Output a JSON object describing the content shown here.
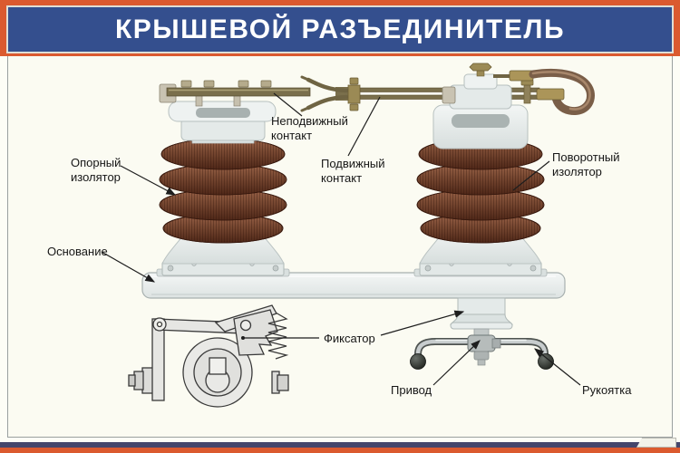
{
  "poster": {
    "title": "КРЫШЕВОЙ РАЗЪЕДИНИТЕЛЬ"
  },
  "labels": {
    "support_insulator": "Опорный изолятор",
    "base": "Основание",
    "fixed_contact": "Неподвижный контакт",
    "movable_contact": "Подвижный контакт",
    "rotary_insulator": "Поворотный изолятор",
    "latch": "Фиксатор",
    "drive": "Привод",
    "handle": "Рукоятка"
  },
  "colors": {
    "frame_orange": "#DB5A2F",
    "title_blue": "#344F8E",
    "bottom_navy": "#45466B",
    "content_background": "#FBFBF2",
    "insulator_brown": "#7A4A33",
    "porcelain_white": "#E8EDEC",
    "brass": "#9B8A55",
    "rod_olive": "#6F6443",
    "copper_hook": "#7A5E48",
    "label_text": "#161616"
  }
}
